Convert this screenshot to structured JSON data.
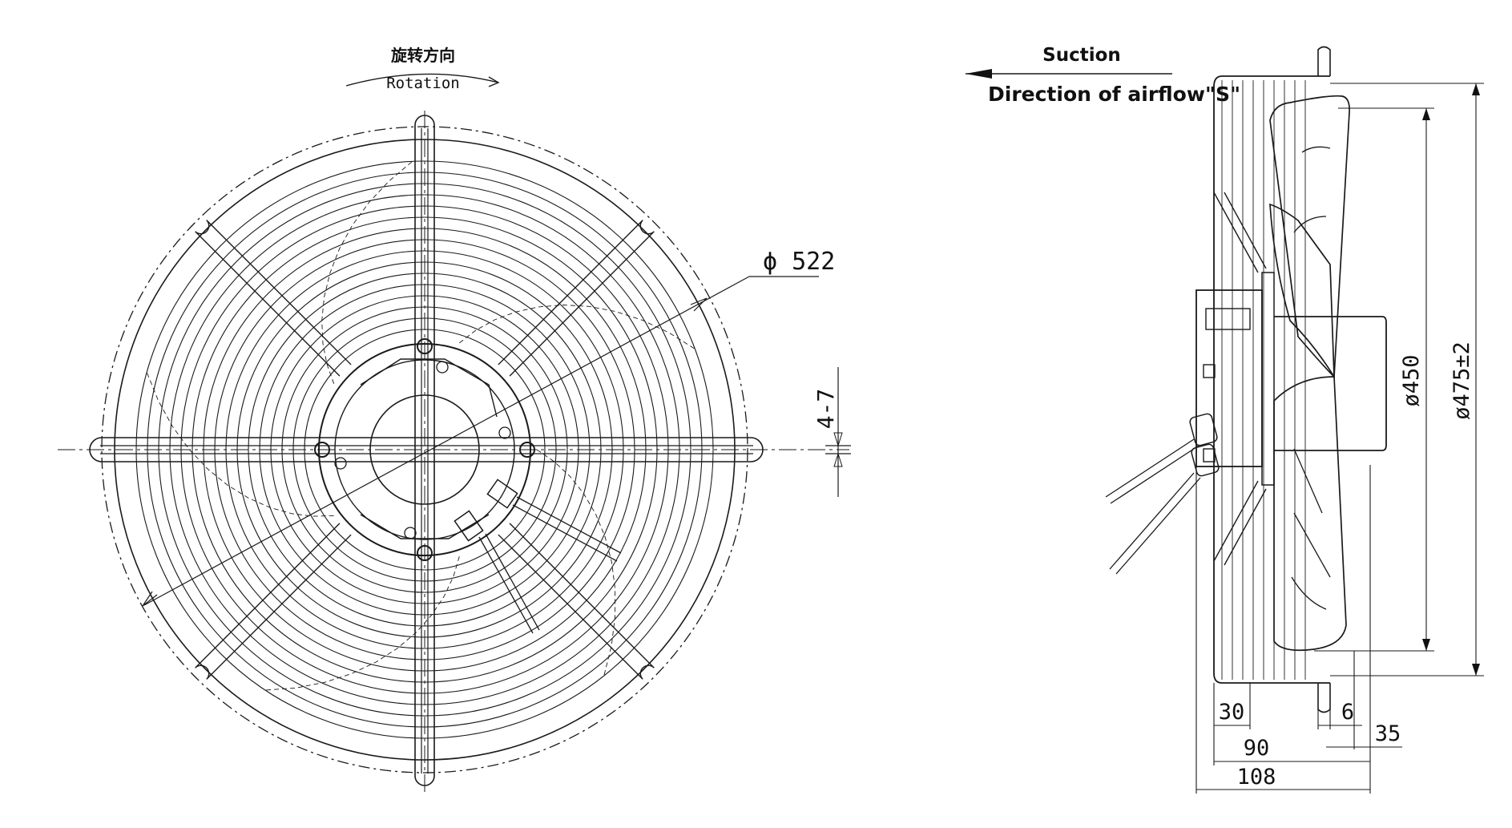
{
  "front_view": {
    "rotation_cn": "旋转方向",
    "rotation_en": "Rotation",
    "dim_outer": "ϕ 522",
    "dim_holes": "4-7"
  },
  "side_view": {
    "suction": "Suction",
    "airflow": "Direction of airflow\"S\"",
    "dim_450": "ø450",
    "dim_475": "ø475±2",
    "dim_30": "30",
    "dim_6": "6",
    "dim_35": "35",
    "dim_90": "90",
    "dim_108": "108"
  },
  "colors": {
    "ink": "#1a1a1a",
    "background": "#ffffff"
  }
}
